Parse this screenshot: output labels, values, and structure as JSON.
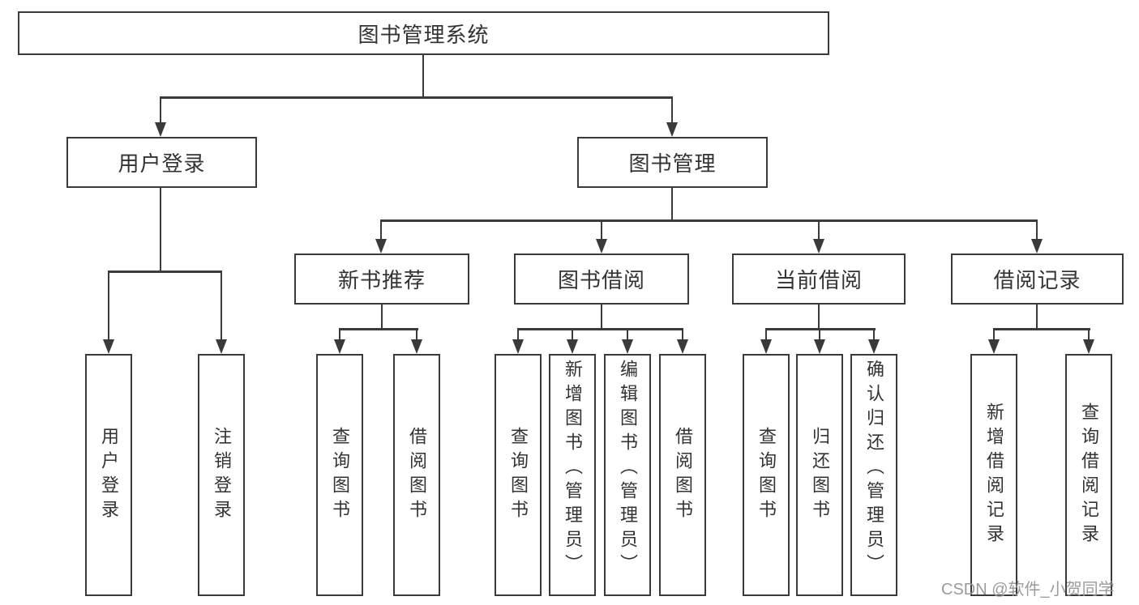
{
  "diagram": {
    "root": {
      "label": "图书管理系统"
    },
    "level2": [
      {
        "label": "用户登录"
      },
      {
        "label": "图书管理"
      }
    ],
    "level3": [
      {
        "label": "新书推荐",
        "parent": "图书管理"
      },
      {
        "label": "图书借阅",
        "parent": "图书管理"
      },
      {
        "label": "当前借阅",
        "parent": "图书管理"
      },
      {
        "label": "借阅记录",
        "parent": "图书管理"
      }
    ],
    "leaves": [
      {
        "label": "用户登录",
        "parent": "用户登录"
      },
      {
        "label": "注销登录",
        "parent": "用户登录"
      },
      {
        "label": "查询图书",
        "parent": "新书推荐"
      },
      {
        "label": "借阅图书",
        "parent": "新书推荐"
      },
      {
        "label": "查询图书",
        "parent": "图书借阅"
      },
      {
        "label": "新增图书（管理员）",
        "parent": "图书借阅"
      },
      {
        "label": "编辑图书（管理员）",
        "parent": "图书借阅"
      },
      {
        "label": "借阅图书",
        "parent": "图书借阅"
      },
      {
        "label": "查询图书",
        "parent": "当前借阅"
      },
      {
        "label": "归还图书",
        "parent": "当前借阅"
      },
      {
        "label": "确认归还（管理员）",
        "parent": "当前借阅"
      },
      {
        "label": "新增借阅记录",
        "parent": "借阅记录"
      },
      {
        "label": "查询借阅记录",
        "parent": "借阅记录"
      }
    ]
  },
  "watermark": {
    "text": "CSDN @软件_小贺同学"
  },
  "colors": {
    "line": "#3a3a3a",
    "text": "#333333",
    "background": "#ffffff",
    "watermark": "#9b9b9b"
  }
}
